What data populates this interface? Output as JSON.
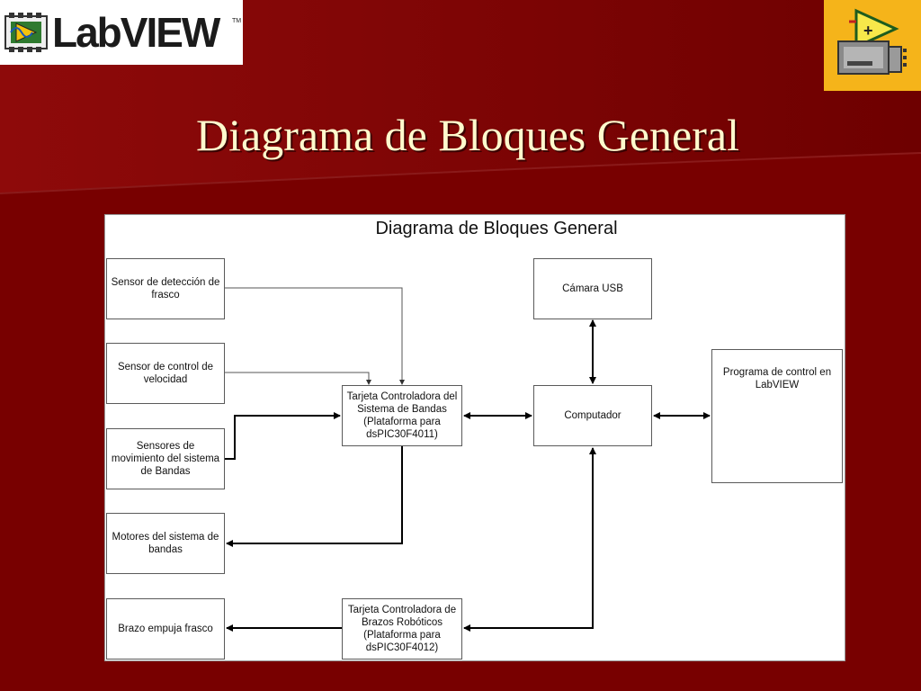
{
  "header": {
    "logo_text": "LabVIEW",
    "logo_tm": "TM",
    "slide_title": "Diagrama de Bloques General"
  },
  "diagram": {
    "title": "Diagrama de Bloques General",
    "blocks": {
      "sensor_frasco": "Sensor de detección de frasco",
      "sensor_velocidad": "Sensor de control de velocidad",
      "sensores_movimiento": "Sensores de movimiento del sistema de Bandas",
      "motores": "Motores del sistema de bandas",
      "brazo": "Brazo empuja frasco",
      "tarjeta_bandas": "Tarjeta Controladora del Sistema de Bandas (Plataforma para dsPIC30F4011)",
      "tarjeta_brazos": "Tarjeta Controladora de Brazos Robóticos (Plataforma para dsPIC30F4012)",
      "camara": "Cámara USB",
      "computador": "Computador",
      "programa": "Programa de control en LabVIEW"
    }
  },
  "colors": {
    "background": "#780000",
    "title_text": "#fffacd",
    "icon_box": "#f5b41a"
  }
}
